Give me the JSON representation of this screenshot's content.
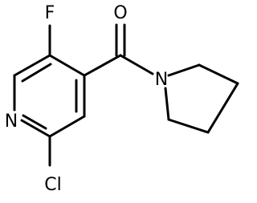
{
  "molecule": {
    "atoms": {
      "f": "F",
      "o": "O",
      "n_ring": "N",
      "n_pyrrolidine": "N",
      "cl": "Cl"
    }
  }
}
